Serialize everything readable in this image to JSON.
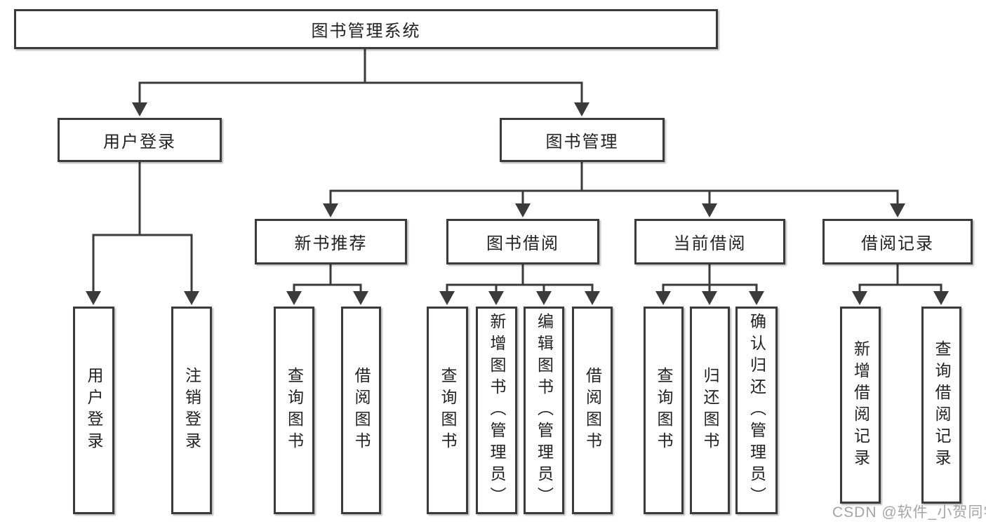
{
  "diagram": {
    "root": {
      "label": "图书管理系统"
    },
    "branches": [
      {
        "label": "用户登录",
        "children": [
          {
            "label": "用户登录"
          },
          {
            "label": "注销登录"
          }
        ]
      },
      {
        "label": "图书管理",
        "children": [
          {
            "label": "新书推荐",
            "children": [
              {
                "label": "查询图书"
              },
              {
                "label": "借阅图书"
              }
            ]
          },
          {
            "label": "图书借阅",
            "children": [
              {
                "label": "查询图书"
              },
              {
                "label": "新增图书（管理员）"
              },
              {
                "label": "编辑图书（管理员）"
              },
              {
                "label": "借阅图书"
              }
            ]
          },
          {
            "label": "当前借阅",
            "children": [
              {
                "label": "查询图书"
              },
              {
                "label": "归还图书"
              },
              {
                "label": "确认归还（管理员）"
              }
            ]
          },
          {
            "label": "借阅记录",
            "children": [
              {
                "label": "新增借阅记录"
              },
              {
                "label": "查询借阅记录"
              }
            ]
          }
        ]
      }
    ]
  },
  "watermark": {
    "text": "CSDN @软件_小贺同学"
  },
  "colors": {
    "line": "#3b3b3b",
    "text": "#222222",
    "box_background": "#ffffff",
    "watermark": "#a5a5a5",
    "background": "#ffffff"
  }
}
